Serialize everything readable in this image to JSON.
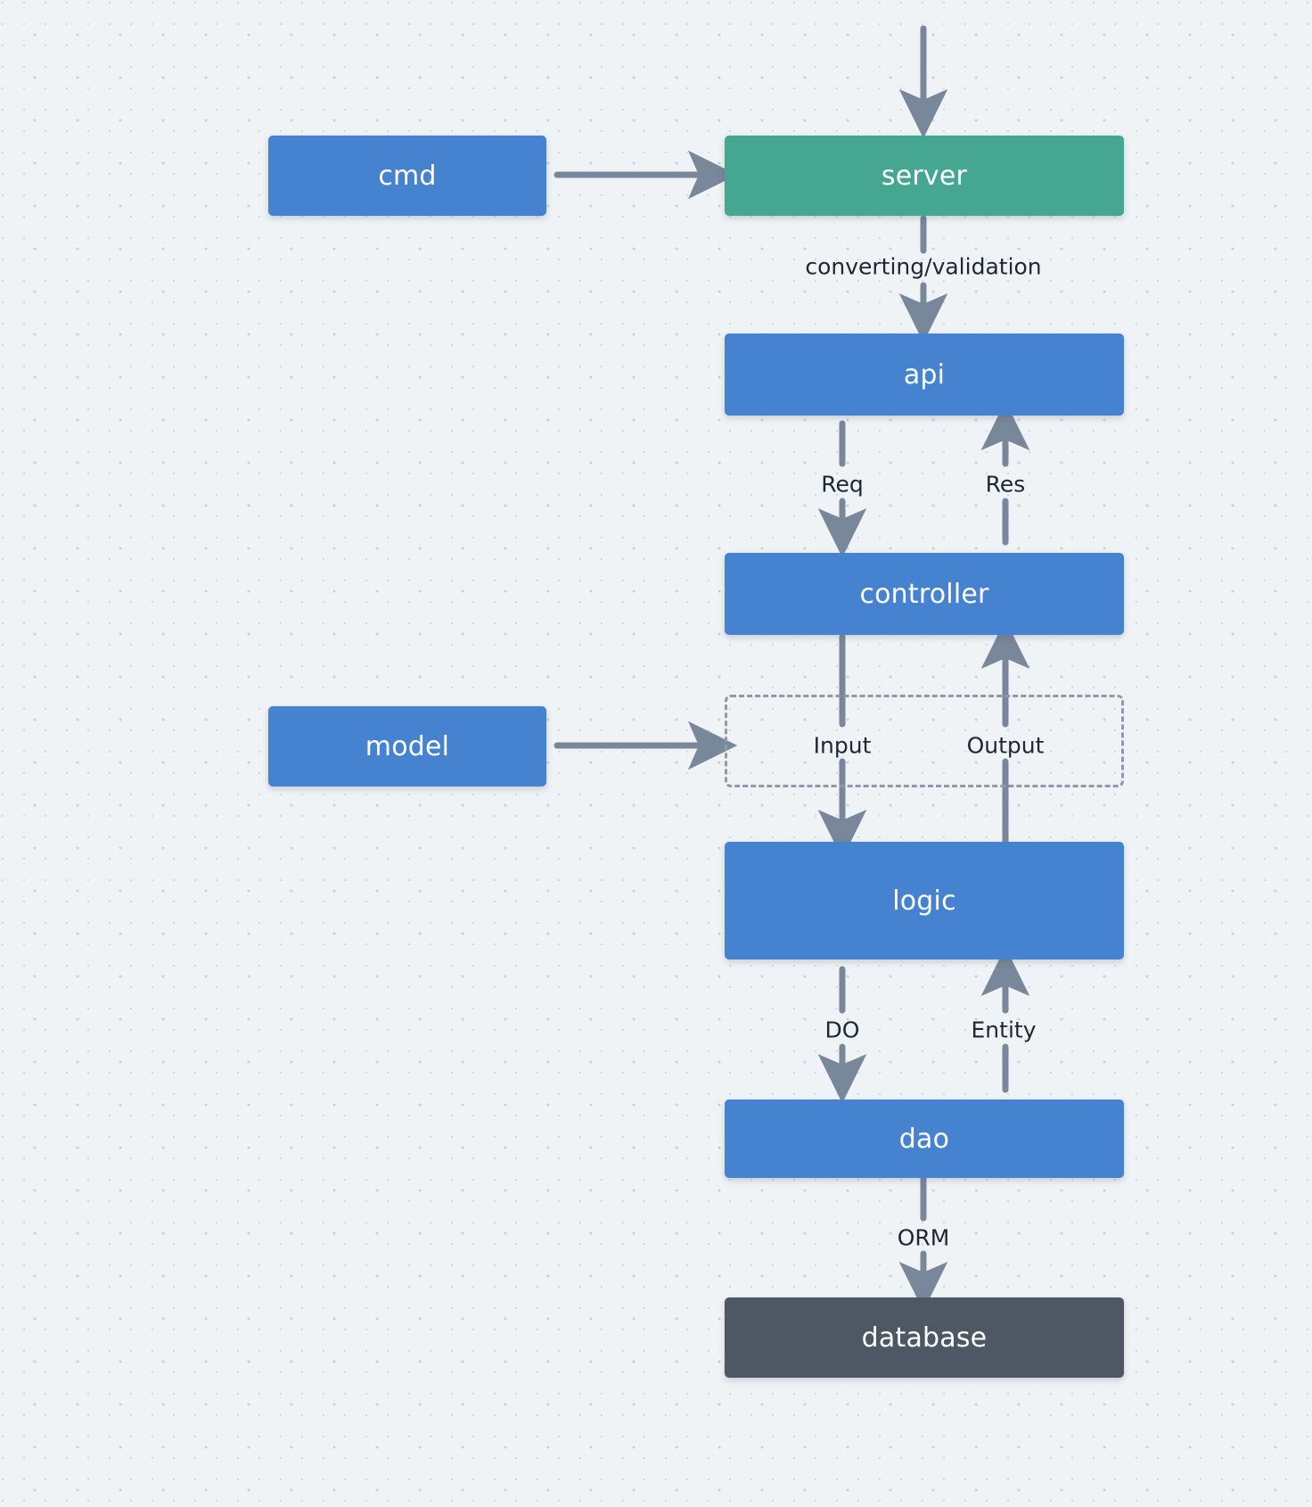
{
  "diagram": {
    "title": "layered application architecture flow",
    "background": {
      "color": "#eff3f6",
      "grid": "dot-grid"
    },
    "palette": {
      "blue": "#4583d1",
      "teal": "#45a791",
      "dark_gray": "#4e5864",
      "arrow_gray": "#78879a",
      "dashed_border": "#8d9aaa",
      "label_text": "#1f2733",
      "node_text": "#ffffff"
    },
    "nodes": [
      {
        "id": "cmd",
        "label": "cmd",
        "color": "blue"
      },
      {
        "id": "server",
        "label": "server",
        "color": "teal"
      },
      {
        "id": "api",
        "label": "api",
        "color": "blue"
      },
      {
        "id": "controller",
        "label": "controller",
        "color": "blue"
      },
      {
        "id": "model",
        "label": "model",
        "color": "blue"
      },
      {
        "id": "logic",
        "label": "logic",
        "color": "blue"
      },
      {
        "id": "dao",
        "label": "dao",
        "color": "blue"
      },
      {
        "id": "database",
        "label": "database",
        "color": "dark_gray"
      }
    ],
    "edge_labels": [
      {
        "id": "converting-validation",
        "text": "converting/validation"
      },
      {
        "id": "req",
        "text": "Req"
      },
      {
        "id": "res",
        "text": "Res"
      },
      {
        "id": "input",
        "text": "Input"
      },
      {
        "id": "output",
        "text": "Output"
      },
      {
        "id": "do",
        "text": "DO"
      },
      {
        "id": "entity",
        "text": "Entity"
      },
      {
        "id": "orm",
        "text": "ORM"
      }
    ],
    "edges": [
      {
        "from": "external",
        "to": "server",
        "label": ""
      },
      {
        "from": "cmd",
        "to": "server",
        "label": ""
      },
      {
        "from": "server",
        "to": "api",
        "label": "converting/validation"
      },
      {
        "from": "api",
        "to": "controller",
        "label": "Req"
      },
      {
        "from": "controller",
        "to": "api",
        "label": "Res"
      },
      {
        "from": "controller",
        "to": "logic",
        "label": "Input"
      },
      {
        "from": "logic",
        "to": "controller",
        "label": "Output"
      },
      {
        "from": "model",
        "to": "dto-group",
        "label": ""
      },
      {
        "from": "logic",
        "to": "dao",
        "label": "DO"
      },
      {
        "from": "dao",
        "to": "logic",
        "label": "Entity"
      },
      {
        "from": "dao",
        "to": "database",
        "label": "ORM"
      }
    ],
    "groups": [
      {
        "id": "dto-group",
        "label": "",
        "style": "dashed"
      }
    ]
  }
}
